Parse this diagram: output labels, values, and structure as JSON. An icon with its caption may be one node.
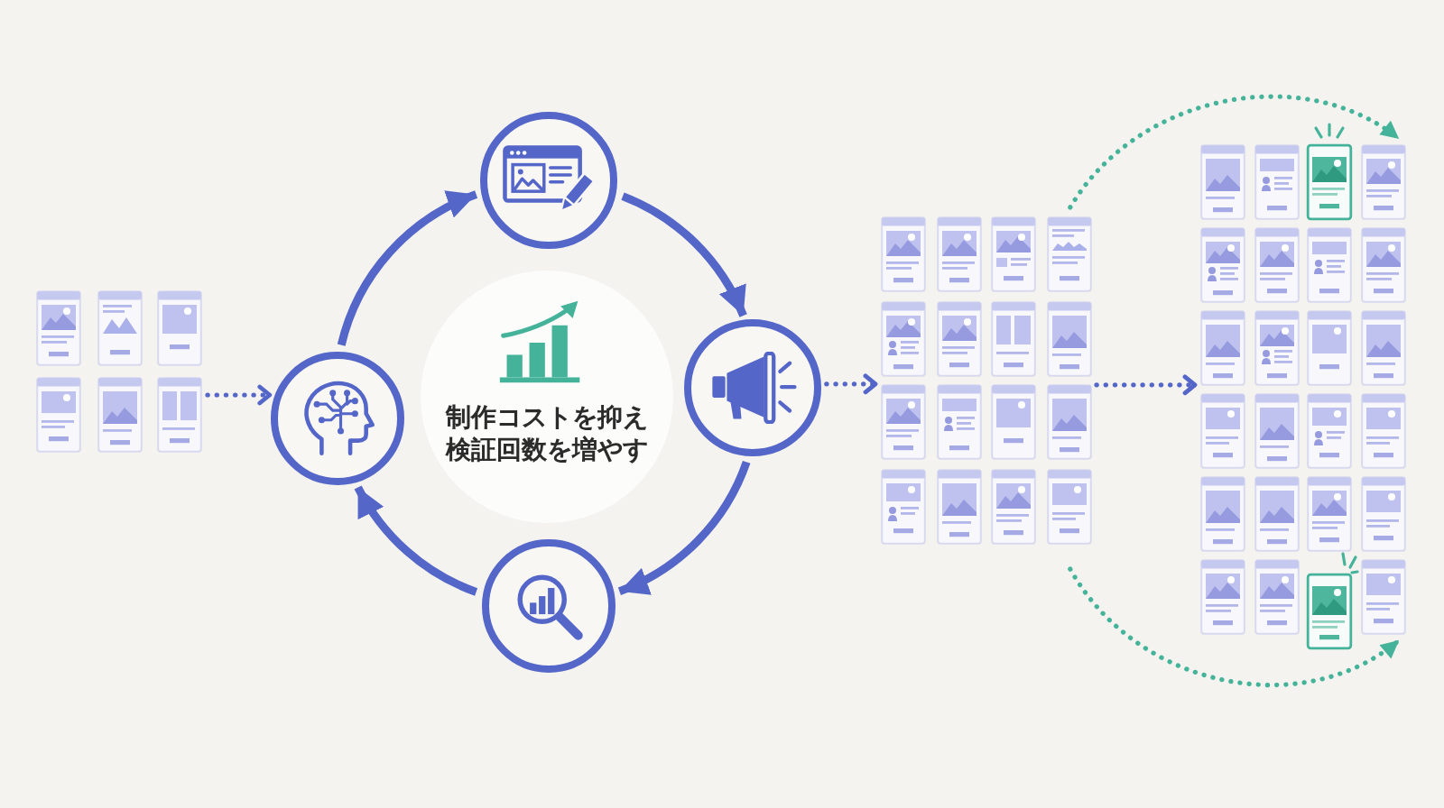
{
  "diagram": {
    "nodes": [
      {
        "text": [],
        "shape": "picture"
      },
      {
        "text": [],
        "shape": "circle"
      },
      {
        "text": [],
        "shape": "circle"
      },
      {
        "text": [
          "制作コストを抑え検証回数を増やす"
        ]
      },
      {
        "text": [],
        "shape": "circle"
      },
      {
        "text": [],
        "shape": "circle"
      },
      {
        "text": [],
        "shape": "picture"
      },
      {
        "text": [],
        "shape": "picture"
      }
    ],
    "edges": [
      {
        "from": 0,
        "to": 1,
        "arrow": "to",
        "style": "dashed"
      },
      {
        "from": 1,
        "to": 2,
        "arrow": "to"
      },
      {
        "from": 2,
        "to": 5,
        "arrow": "to"
      },
      {
        "from": 5,
        "to": 4,
        "arrow": "to"
      },
      {
        "from": 4,
        "to": 1,
        "arrow": "to"
      },
      {
        "from": 5,
        "to": 6,
        "arrow": "to",
        "style": "dashed"
      },
      {
        "from": 6,
        "to": 7,
        "arrow": "to",
        "style": "dashed"
      },
      {
        "from": 6,
        "to": 7,
        "arrow": "to",
        "style": "dashed",
        "color": "#45b39a"
      },
      {
        "from": 6,
        "to": 7,
        "arrow": "to",
        "style": "dashed",
        "color": "#45b39a"
      }
    ]
  }
}
